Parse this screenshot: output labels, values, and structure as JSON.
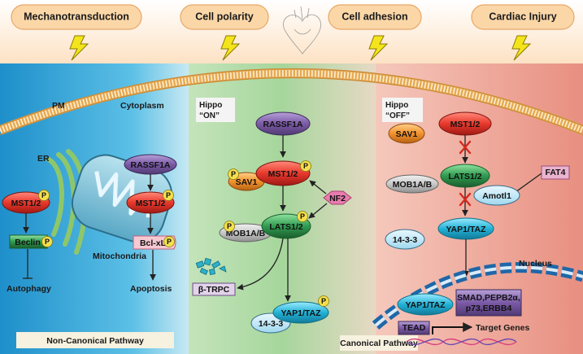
{
  "top_triggers": [
    "Mechanotransduction",
    "Cell polarity",
    "Cell adhesion",
    "Cardiac Injury"
  ],
  "panels": {
    "left": {
      "pm": "PM",
      "cytoplasm": "Cytoplasm",
      "er": "ER",
      "mitochondria": "Mitochondria",
      "footer": "Non-Canonical Pathway",
      "nodes": {
        "mst_er": "MST1/2",
        "beclin": "Beclin",
        "rassf1a": "RASSF1A",
        "mst_mito": "MST1/2",
        "bclxl": "Bcl-xL"
      },
      "outcomes": {
        "autophagy": "Autophagy",
        "apoptosis": "Apoptosis"
      }
    },
    "middle": {
      "state_line1": "Hippo",
      "state_line2": "“ON”",
      "footer": "Canonical Pathway",
      "nodes": {
        "rassf1a": "RASSF1A",
        "mst": "MST1/2",
        "sav1": "SAV1",
        "nf2": "NF2",
        "mob1ab": "MOB1A/B",
        "lats": "LATS1/2",
        "btrpc": "β-TRPC",
        "yaptaz": "YAP1/TAZ",
        "p1433": "14-3-3"
      }
    },
    "right": {
      "state_line1": "Hippo",
      "state_line2": "“OFF”",
      "nucleus": "Nucleus",
      "target_genes": "Target Genes",
      "nodes": {
        "sav1": "SAV1",
        "mst": "MST1/2",
        "mob1ab": "MOB1A/B",
        "lats": "LATS1/2",
        "fat4": "FAT4",
        "amotl1": "Amotl1",
        "yaptaz": "YAP1/TAZ",
        "p1433": "14-3-3",
        "yaptaz_nuc": "YAP1/TAZ",
        "tead": "TEAD",
        "cofactors_line1": "SMAD,PEPB2α,",
        "cofactors_line2": "p73,ERBB4"
      }
    }
  },
  "phospho_label": "P",
  "colors": {
    "left_panel": "#39a6d8",
    "middle_panel": "#a7d6a0",
    "right_panel": "#ea9a8c",
    "top_band": "#fde6cd",
    "mst": "#e8382c",
    "lats": "#2f9a4f",
    "yap": "#22b2d6",
    "rassf1a": "#7b5aa6",
    "sav1": "#f2922c",
    "mob": "#c8c8c8",
    "pink_box": "#e6a9c8",
    "lavender_box": "#a68ac4",
    "phospho": "#f4e04d",
    "membrane": "#e8b060",
    "nucleus_membrane": "#1f67a8",
    "inhibit_x": "#d42a20"
  }
}
